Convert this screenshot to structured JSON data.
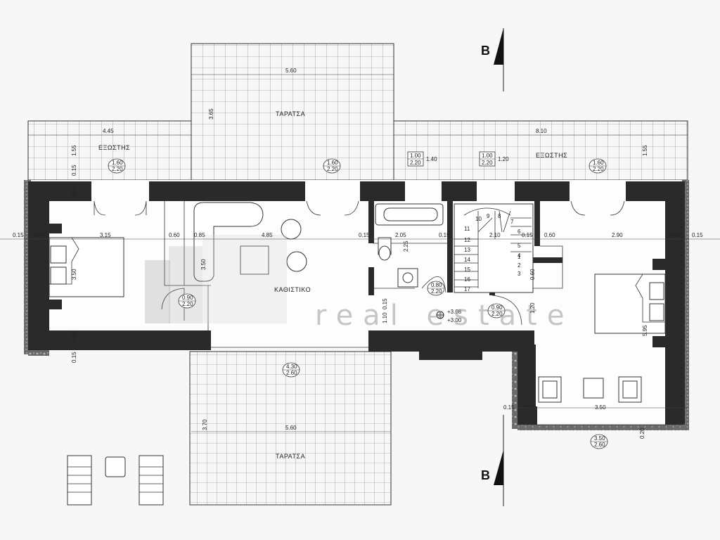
{
  "rooms": {
    "terrace_top": "ΤΑΡΑΤΣΑ",
    "terrace_bottom": "ΤΑΡΑΤΣΑ",
    "balcony_left": "ΕΞΩΣΤΗΣ",
    "balcony_right": "ΕΞΩΣΤΗΣ",
    "living": "ΚΑΘΙΣΤΙΚΟ"
  },
  "section": {
    "top": "B",
    "bottom": "B"
  },
  "levels": {
    "upper": "+3.08",
    "lower": "+3.00"
  },
  "watermark": "real estate",
  "dims": {
    "terrace_top_width": "5.60",
    "terrace_top_depth": "3.65",
    "terrace_bottom_width": "5.60",
    "terrace_bottom_depth": "3.70",
    "balcony_left_width": "4.45",
    "balcony_right_width": "8.10",
    "balcony_left_depth": "1.55",
    "balcony_right_depth": "1.55",
    "wall_a": "0.15",
    "wall_b": "0.50",
    "room_left_width": "3.15",
    "room_left_depth": "3.50",
    "living_width": "4.85",
    "living_depth": "3.50",
    "corridor_a": "0.60",
    "corridor_b": "0.85",
    "bath_width": "2.05",
    "bath_depth": "2.25",
    "stair_width": "2.10",
    "stair_side": "0.60",
    "room_right_width": "2.90",
    "room_right_depth": "5.95",
    "bath_lower": "1.10",
    "hall_depth": "1.20",
    "closet_depth": "0.60",
    "sitting_width": "3.50",
    "edge_bottom": "0.20",
    "hall_w": "0.15",
    "stair_w": "0.15"
  },
  "openings": {
    "w1": [
      "1.60",
      "2.20"
    ],
    "w2": [
      "1.60",
      "2.20"
    ],
    "w3": [
      "1.00",
      "2.20"
    ],
    "w3_extra": "1.40",
    "w4": [
      "1.00",
      "2.20"
    ],
    "w4_extra": "1.20",
    "w5": [
      "1.60",
      "2.20"
    ],
    "d1": [
      "0.90",
      "2.20"
    ],
    "d2": [
      "0.80",
      "2.20"
    ],
    "d3": [
      "0.90",
      "2.20"
    ],
    "d4": [
      "4.30",
      "2.60"
    ],
    "d5": [
      "3.50",
      "2.60"
    ]
  },
  "stairs": [
    "1",
    "2",
    "3",
    "4",
    "5",
    "6",
    "7",
    "8",
    "9",
    "10",
    "11",
    "12",
    "13",
    "14",
    "15",
    "16",
    "17"
  ]
}
